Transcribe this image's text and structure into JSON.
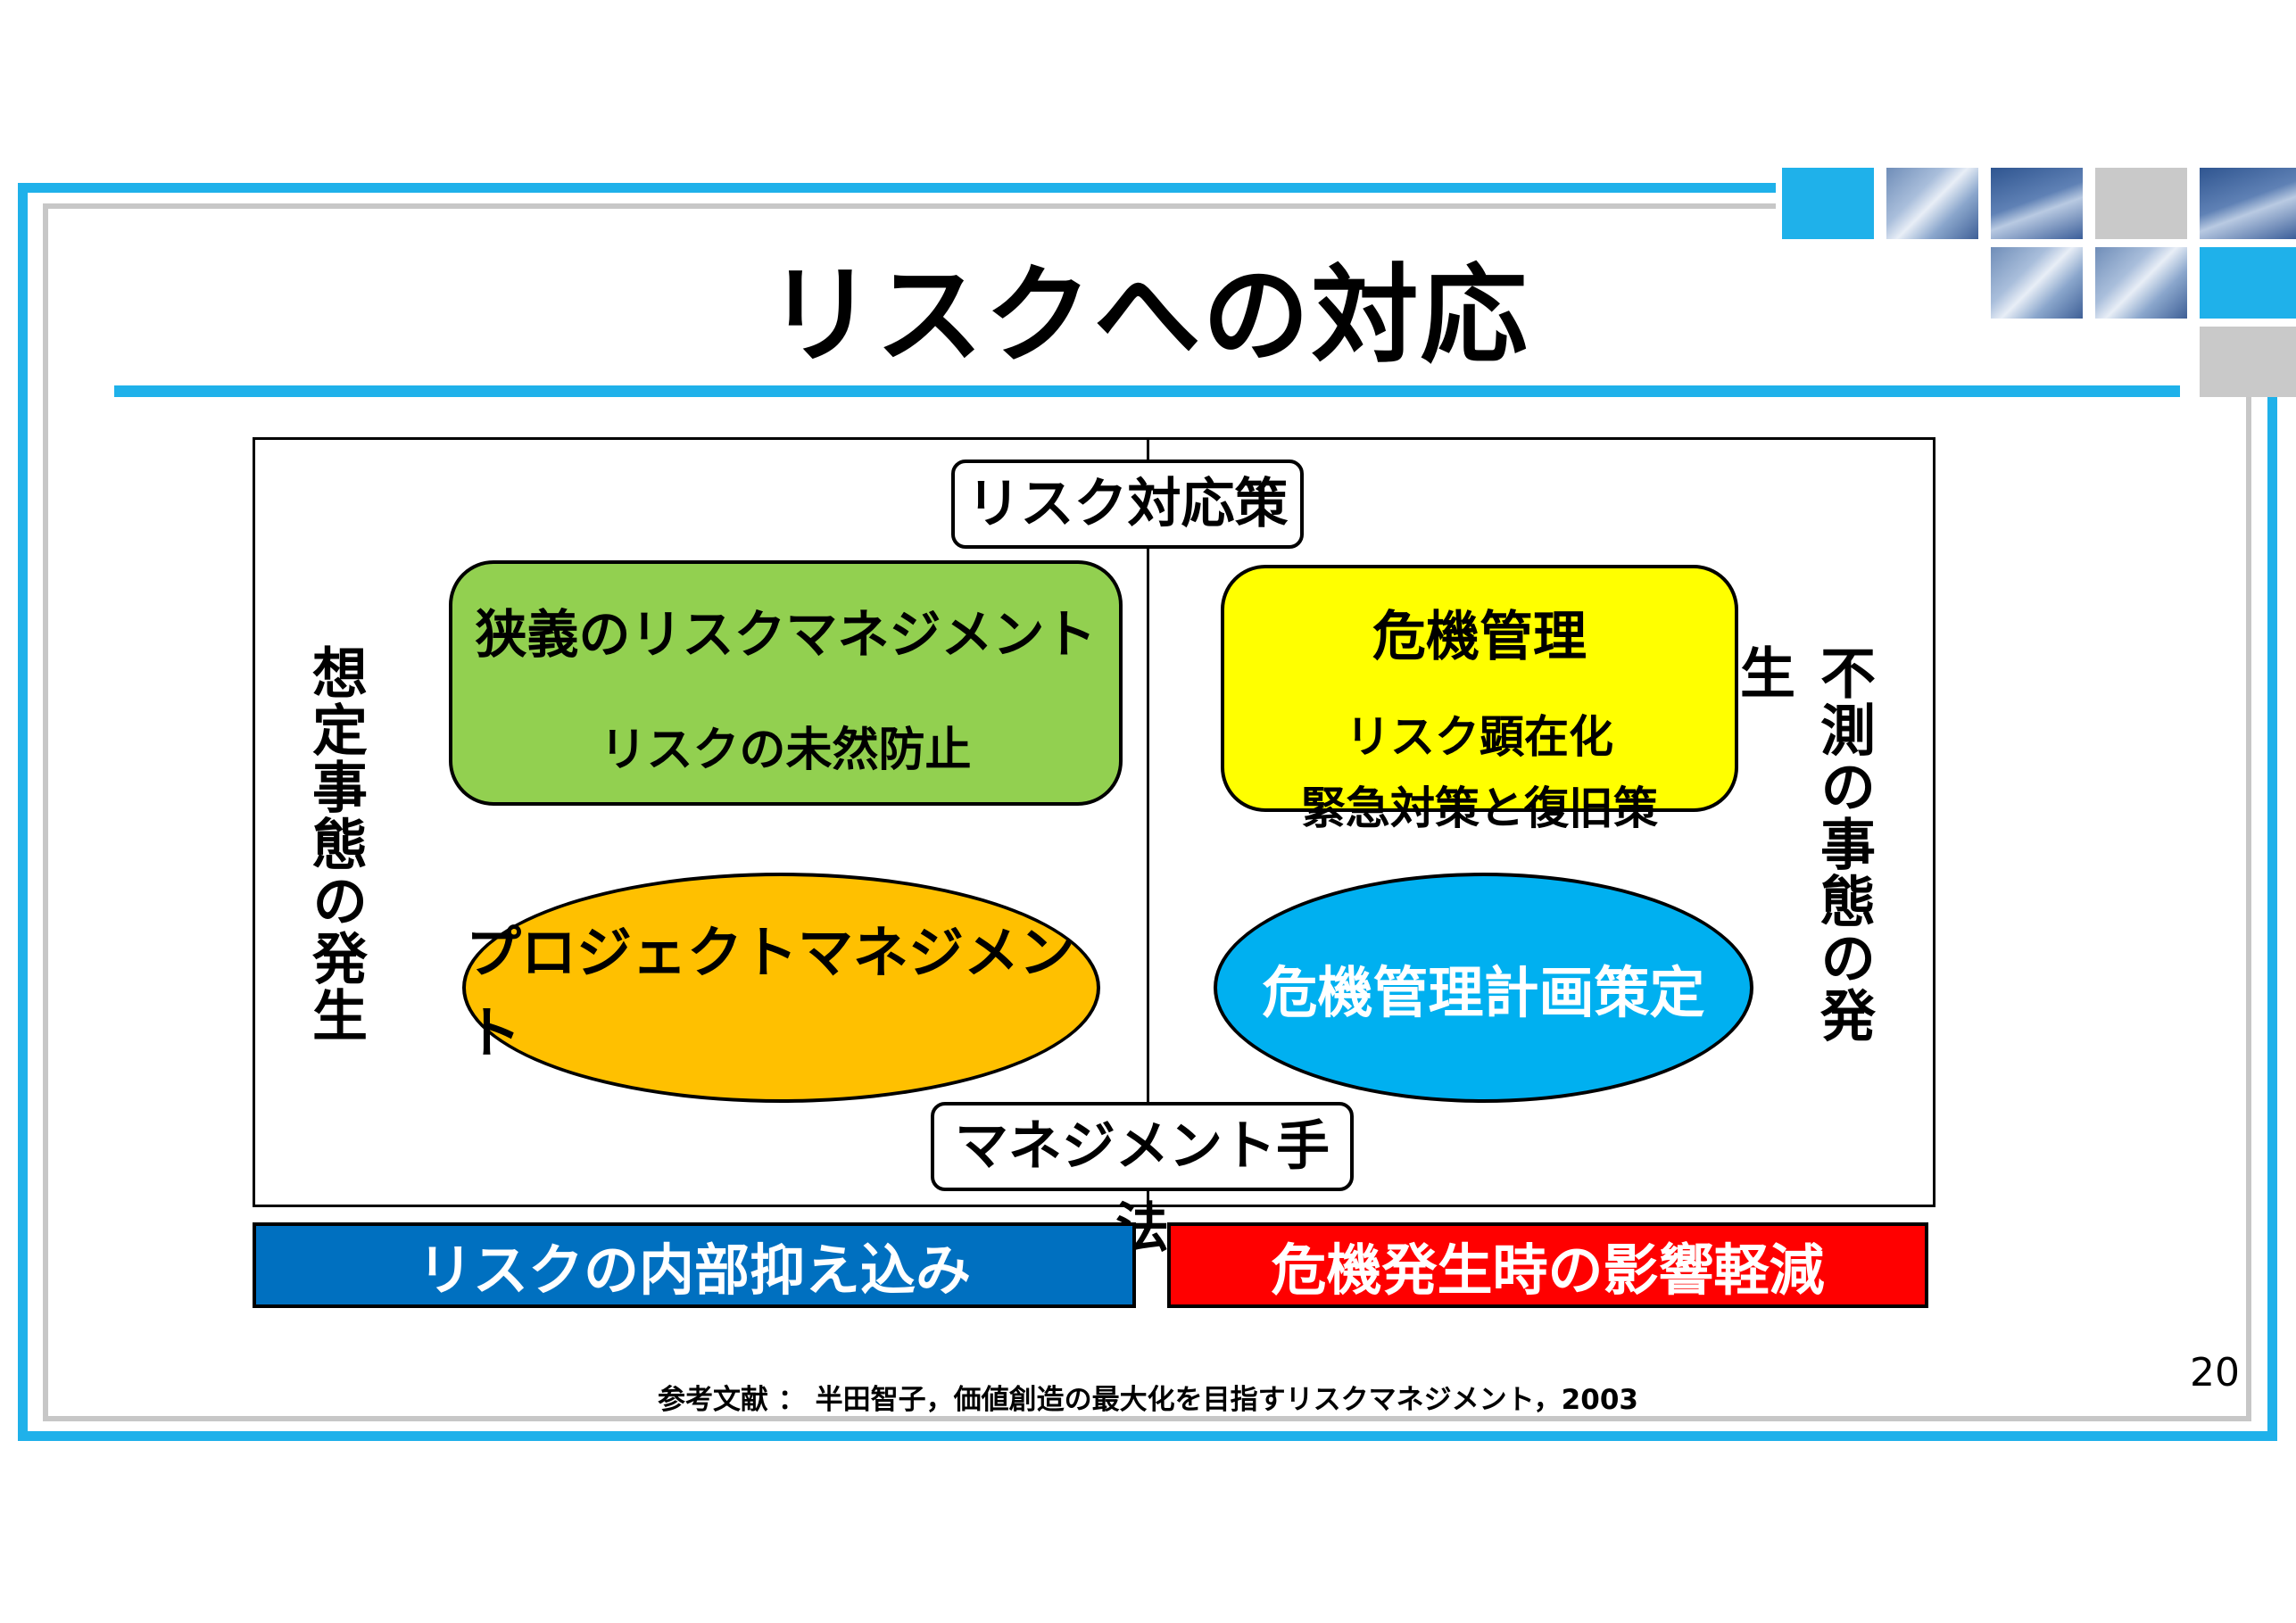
{
  "slide": {
    "title": "リスクへの対応",
    "page_number": "20",
    "reference": "参考文献 ： 半田智子，価値創造の最大化を目指すリスクマネジメント，2003"
  },
  "diagram": {
    "top_label": "リスク対応策",
    "bottom_label": "マネジメント手法",
    "left_axis": "想定事態の発生",
    "right_axis": "不測の事態の発生",
    "top_left": {
      "title": "狭義のリスクマネジメント",
      "subtitle": "リスクの未然防止",
      "color": "#92d050"
    },
    "top_right": {
      "title": "危機管理",
      "line1": "リスク顕在化",
      "line2": "緊急対策と復旧策",
      "color": "#ffff00"
    },
    "bottom_left": {
      "label": "プロジェクトマネジメント",
      "color": "#ffc000"
    },
    "bottom_right": {
      "label": "危機管理計画策定",
      "color": "#00b0f0"
    }
  },
  "bars": {
    "left": {
      "label": "リスクの内部抑え込み",
      "color": "#0070c0"
    },
    "right": {
      "label": "危機発生時の影響軽減",
      "color": "#ff0000"
    }
  }
}
